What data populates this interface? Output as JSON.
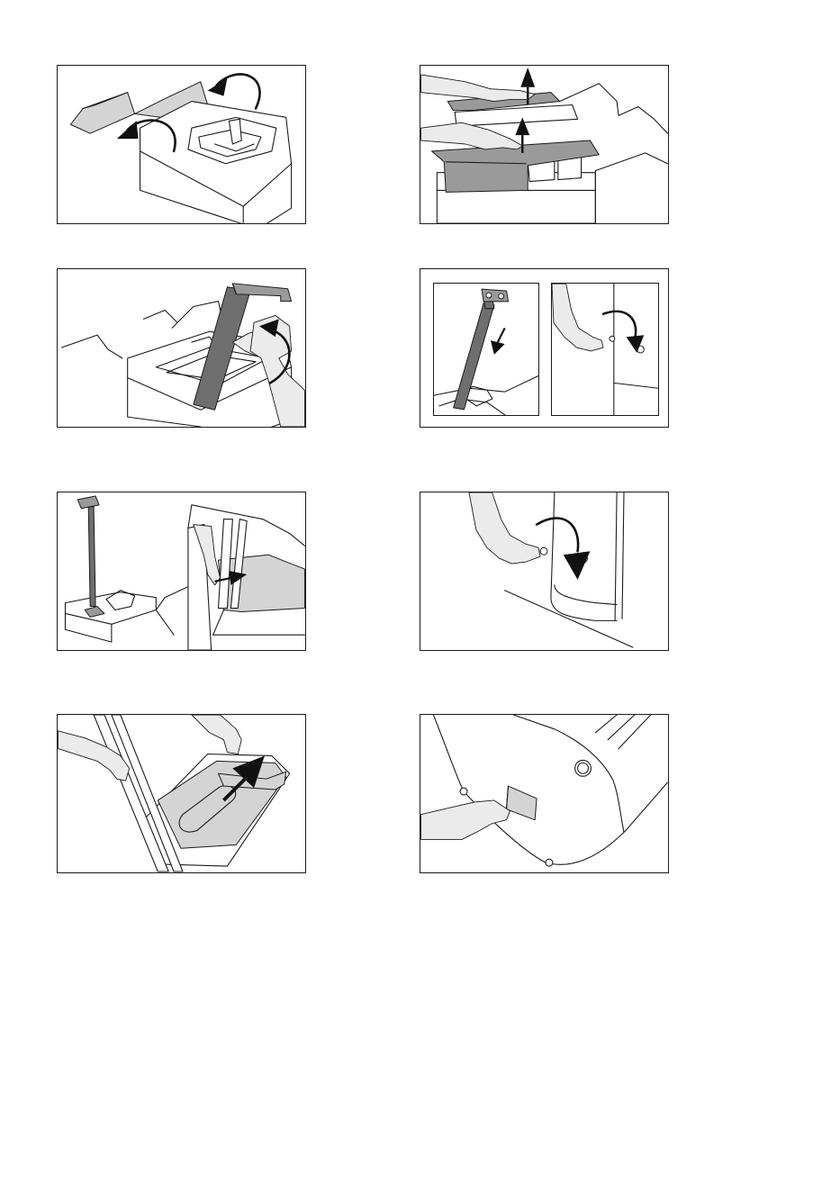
{
  "figures": [
    {
      "id": 1,
      "icons": [
        "open-box-flaps-icon",
        "curved-arrow-icon"
      ]
    },
    {
      "id": 2,
      "icons": [
        "hands-lift-cover-icon",
        "up-arrow-icon"
      ]
    },
    {
      "id": 3,
      "icons": [
        "hand-lift-column-icon",
        "curved-arrow-icon"
      ]
    },
    {
      "id": 4,
      "icons": [
        "column-insert-icon",
        "hand-turn-screw-icon"
      ]
    },
    {
      "id": 5,
      "icons": [
        "column-in-box-icon",
        "hand-remove-insert-icon"
      ]
    },
    {
      "id": 6,
      "icons": [
        "hand-tighten-screw-icon",
        "curved-arrow-icon"
      ]
    },
    {
      "id": 7,
      "icons": [
        "hands-lift-platform-icon",
        "diagonal-arrow-icon"
      ]
    },
    {
      "id": 8,
      "icons": [
        "hand-remove-label-icon"
      ]
    }
  ],
  "colors": {
    "line": "#1a1a1a",
    "light_gray": "#d4d4d4",
    "mid_gray": "#9a9a9a",
    "dark_gray": "#6e6e6e",
    "arrow": "#111111"
  }
}
